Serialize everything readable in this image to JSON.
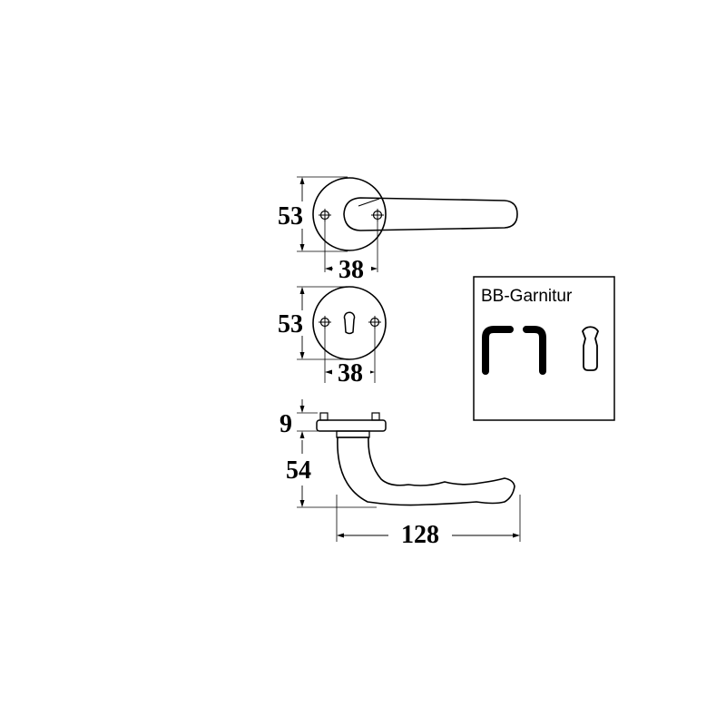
{
  "dimensions": {
    "lever_rose": {
      "height": "53",
      "hole_spacing": "38"
    },
    "key_rose": {
      "height": "53",
      "hole_spacing": "38"
    },
    "side_view": {
      "rose_thickness": "9",
      "lever_height": "54",
      "lever_length": "128"
    }
  },
  "badge": {
    "title": "BB-Garnitur",
    "icons": [
      "lever-handle-pair-icon",
      "keyhole-icon"
    ]
  },
  "colors": {
    "line": "#000000",
    "background": "#ffffff"
  }
}
